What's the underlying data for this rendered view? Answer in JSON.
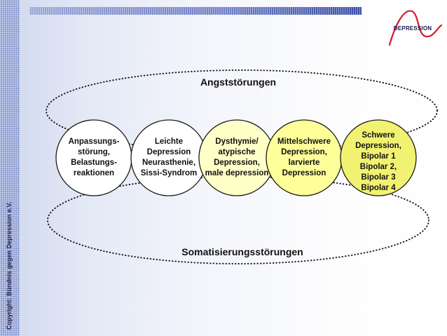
{
  "slide": {
    "copyright": "Copyright: Bündnis gegen Depression e.V.",
    "logo_text": "DEPRESSION"
  },
  "diagram": {
    "top_ellipse_label": "Angststörungen",
    "bottom_ellipse_label": "Somatisierungsstörungen",
    "circles": [
      {
        "text": "Anpassungs-\nstörung,\nBelastungs-\nreaktionen",
        "fill": "#ffffff"
      },
      {
        "text": "Leichte\nDepression\nNeurasthenie,\nSissi-Syndrom",
        "fill": "#ffffff"
      },
      {
        "text": "Dysthymie/\natypische\nDepression,\nmale depression",
        "fill": "#ffffc8"
      },
      {
        "text": "Mittelschwere\nDepression,\nlarvierte\nDepression",
        "fill": "#ffff9a"
      },
      {
        "text": "Schwere\nDepression,\nBipolar 1\nBipolar 2,\nBipolar 3\nBipolar 4",
        "fill": "#f2f272"
      }
    ],
    "colors": {
      "ellipse_stroke": "#1a1a1a",
      "circle_stroke": "#1a1a1a",
      "logo_red": "#d7192a",
      "accent_blue": "#3a4ea3"
    }
  }
}
